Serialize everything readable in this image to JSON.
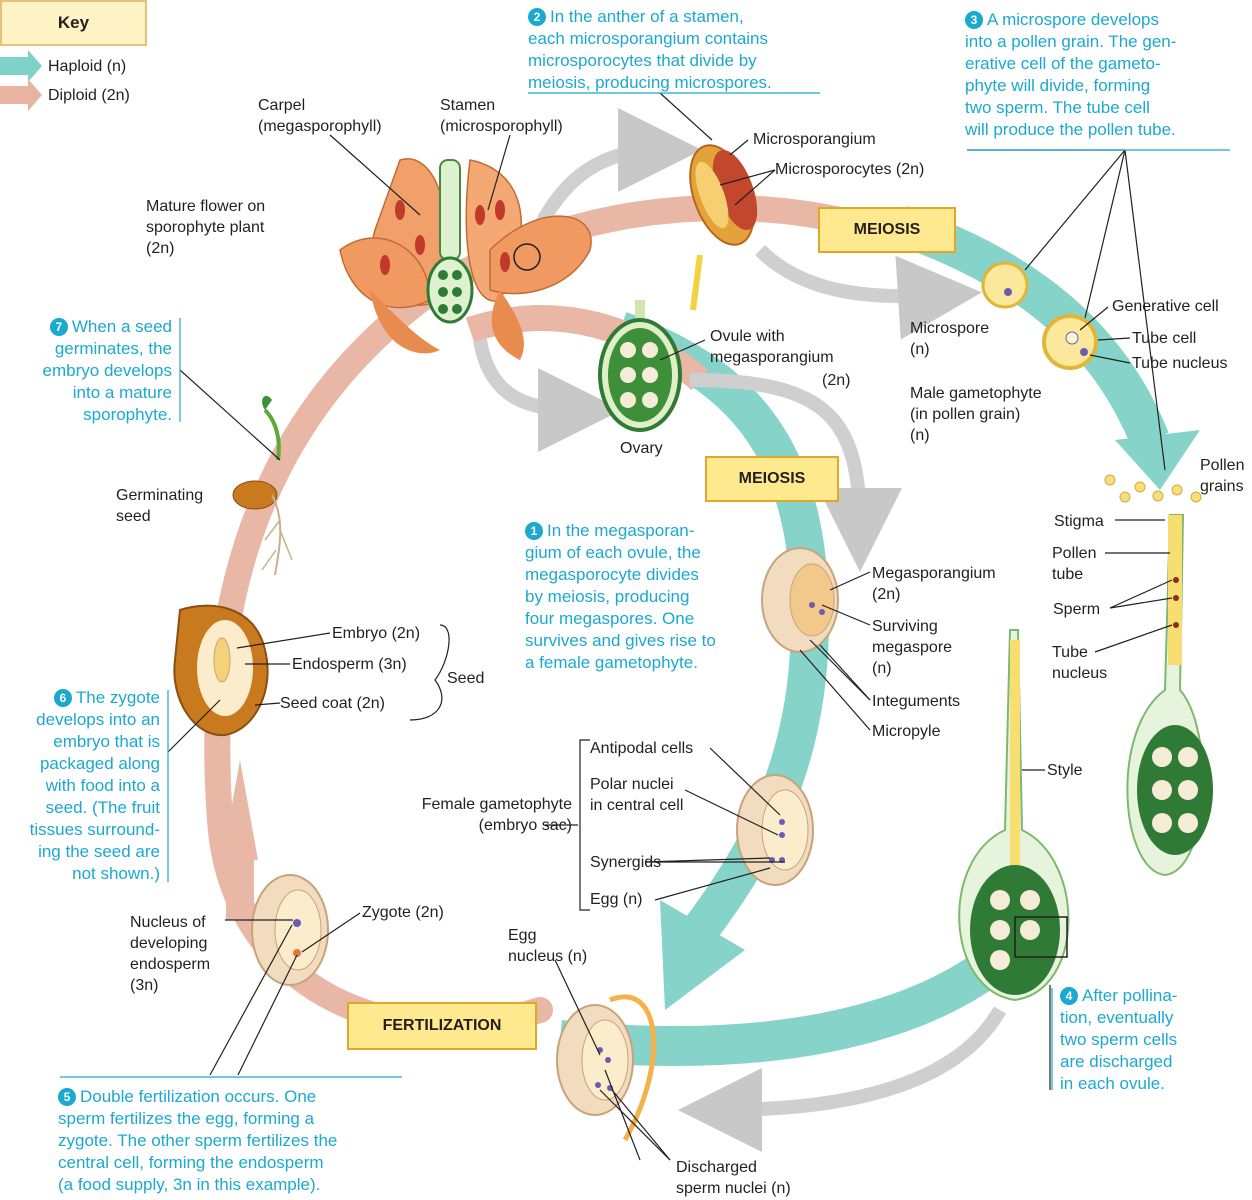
{
  "key": {
    "title": "Key",
    "haploid": "Haploid (n)",
    "diploid": "Diploid (2n)",
    "haploid_color": "#7fd2c8",
    "diploid_color": "#e8b3a0"
  },
  "phases": {
    "meiosis_top": "MEIOSIS",
    "meiosis_center": "MEIOSIS",
    "fertilization": "FERTILIZATION"
  },
  "steps": {
    "s1": {
      "num": "1",
      "text": "In the megasporan-\ngium of each ovule, the\nmegasporocyte divides\nby meiosis, producing\nfour megaspores. One\nsurvives and gives rise to\na female gametophyte."
    },
    "s2": {
      "num": "2",
      "text": "In the anther of a stamen,\neach microsporangium contains\nmicrosporocytes that divide by\nmeiosis, producing microspores."
    },
    "s3": {
      "num": "3",
      "text": "A microspore develops\ninto a pollen grain. The gen-\nerative cell of the gameto-\nphyte will divide, forming\ntwo sperm. The tube cell\nwill produce the pollen tube."
    },
    "s4": {
      "num": "4",
      "text": "After pollina-\ntion, eventually\ntwo sperm cells\nare discharged\nin each ovule."
    },
    "s5": {
      "num": "5",
      "text": "Double fertilization occurs. One\nsperm fertilizes the egg, forming a\nzygote. The other sperm fertilizes the\ncentral cell, forming the endosperm\n(a food supply, 3n in this example)."
    },
    "s6": {
      "num": "6",
      "text": "The zygote\ndevelops into an\nembryo that is\npackaged along\nwith food into a\nseed. (The fruit\ntissues surround-\ning the seed are\nnot shown.)"
    },
    "s7": {
      "num": "7",
      "text": "When a seed\ngerminates, the\nembryo develops\ninto a mature\nsporophyte."
    }
  },
  "labels": {
    "carpel": "Carpel\n(megasporophyll)",
    "stamen": "Stamen\n(microsporophyll)",
    "mature_flower": "Mature flower on\nsporophyte plant\n(2n)",
    "microsporangium": "Microsporangium",
    "microsporocytes": "Microsporocytes (2n)",
    "ovule_with": "Ovule with\nmegasporangium",
    "ovule_2n": "(2n)",
    "ovary": "Ovary",
    "microspore": "Microspore\n(n)",
    "generative_cell": "Generative cell",
    "tube_cell": "Tube cell",
    "tube_nucleus": "Tube nucleus",
    "male_gametophyte": "Male gametophyte\n(in pollen grain)\n(n)",
    "pollen_grains": "Pollen\ngrains",
    "stigma": "Stigma",
    "pollen_tube": "Pollen\ntube",
    "sperm": "Sperm",
    "tube_nucleus2": "Tube\nnucleus",
    "style": "Style",
    "megasporangium": "Megasporangium\n(2n)",
    "surviving_megaspore": "Surviving\nmegaspore\n(n)",
    "integuments": "Integuments",
    "micropyle": "Micropyle",
    "antipodal": "Antipodal cells",
    "polar_nuclei": "Polar nuclei\nin central cell",
    "female_gametophyte": "Female gametophyte\n(embryo sac)",
    "synergids": "Synergids",
    "egg": "Egg (n)",
    "egg_nucleus": "Egg\nnucleus (n)",
    "discharged": "Discharged\nsperm nuclei (n)",
    "germinating_seed": "Germinating\nseed",
    "embryo": "Embryo (2n)",
    "endosperm": "Endosperm (3n)",
    "seed_coat": "Seed coat (2n)",
    "seed": "Seed",
    "nucleus_endosperm": "Nucleus of\ndeveloping\nendosperm\n(3n)",
    "zygote": "Zygote (2n)"
  }
}
